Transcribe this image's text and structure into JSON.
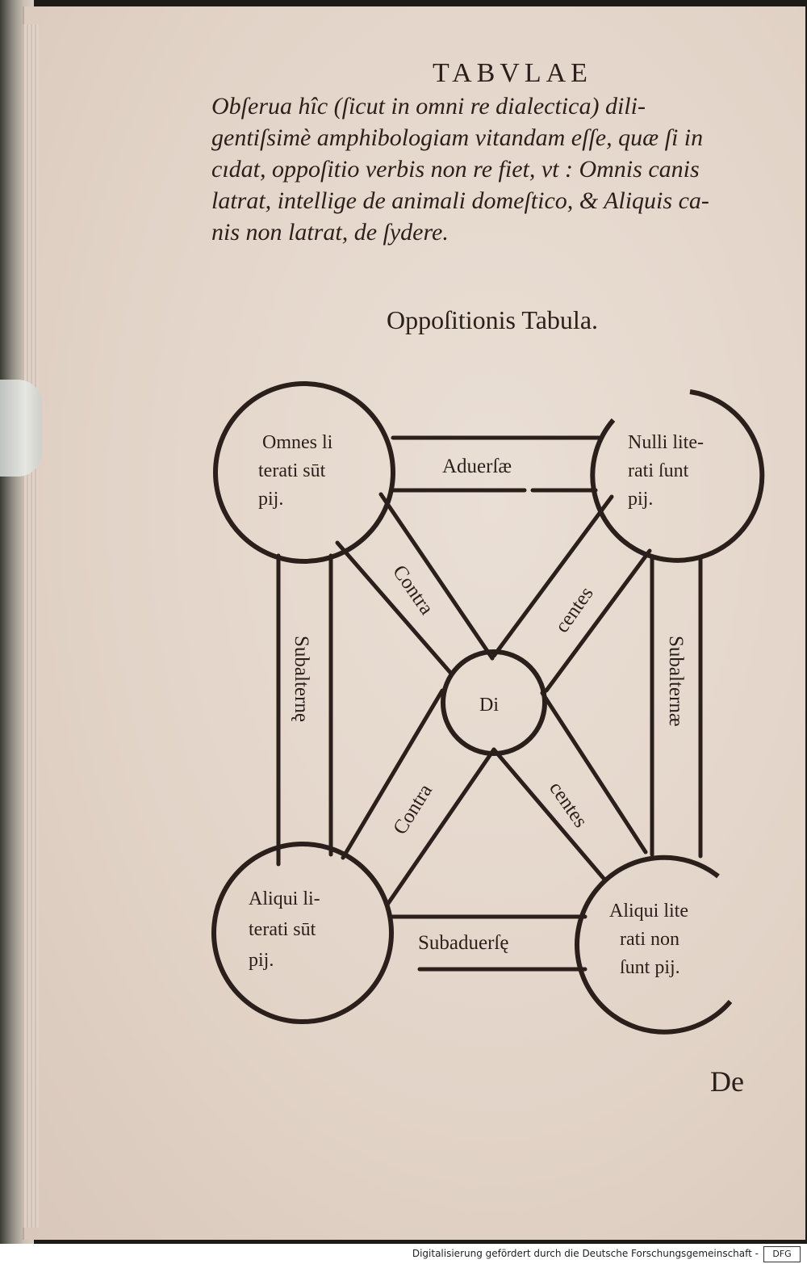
{
  "header": "TABVLAE",
  "body_lines": [
    "Obſerua hîc (ſicut in omni re dialectica) dili-",
    "gentiſsimè amphibologiam vitandam eſſe, quæ ſi in",
    "cıdat, oppoſitio verbis non re fiet, vt : Omnis canis",
    "latrat, intellige de animali domeſtico, & Aliquis ca-",
    "nis non latrat, de ſydere."
  ],
  "table_title": "Oppoſitionis Tabula.",
  "diagram": {
    "top_left": [
      "Omnes li",
      "terati sūt",
      "pij."
    ],
    "top_right": [
      "Nulli lite-",
      "rati ſunt",
      "pij."
    ],
    "bottom_left": [
      "Aliqui li-",
      "terati sūt",
      "pij."
    ],
    "bottom_right": [
      "Aliqui lite",
      "rati non",
      "ſunt pij."
    ],
    "center": "Di",
    "top_relation": "Aduerſæ",
    "bottom_relation": "Subaduerſę",
    "left_relation": "Subalternę",
    "right_relation": "Subalternæ",
    "diag_upper_left": "Contra",
    "diag_upper_right": "centes",
    "diag_lower_left": "Contra",
    "diag_lower_right": "centes"
  },
  "catchword": "De",
  "footer": {
    "credit": "Digitalisierung gefördert durch die Deutsche Forschungsgemeinschaft -",
    "badge": "DFG"
  }
}
